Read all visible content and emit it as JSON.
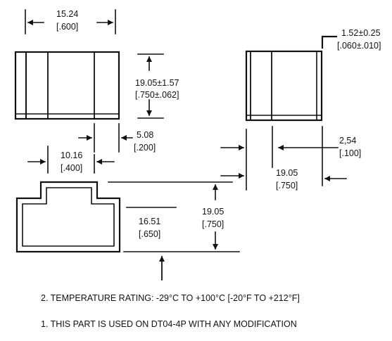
{
  "dimensions": {
    "width_top": {
      "mm": "15.24",
      "in": "[.600]"
    },
    "height_top": {
      "mm": "19.05±1.57",
      "in": "[.750±.062]"
    },
    "wall_offset": {
      "mm": "5.08",
      "in": "[.200]"
    },
    "inner_width": {
      "mm": "10.16",
      "in": "[.400]"
    },
    "thickness": {
      "mm": "1.52±0.25",
      "in": "[.060±.010]"
    },
    "gap": {
      "mm": "2,54",
      "in": "[.100]"
    },
    "side_height": {
      "mm": "19.05",
      "in": "[.750]"
    },
    "bottom_inner": {
      "mm": "16.51",
      "in": "[.650]"
    },
    "bottom_total": {
      "mm": "19.05",
      "in": "[.750]"
    }
  },
  "notes": {
    "note2": "2. TEMPERATURE RATING:  -29°C TO +100°C [-20°F TO +212°F]",
    "note1": "1. THIS PART IS USED ON DT04-4P WITH ANY MODIFICATION"
  }
}
